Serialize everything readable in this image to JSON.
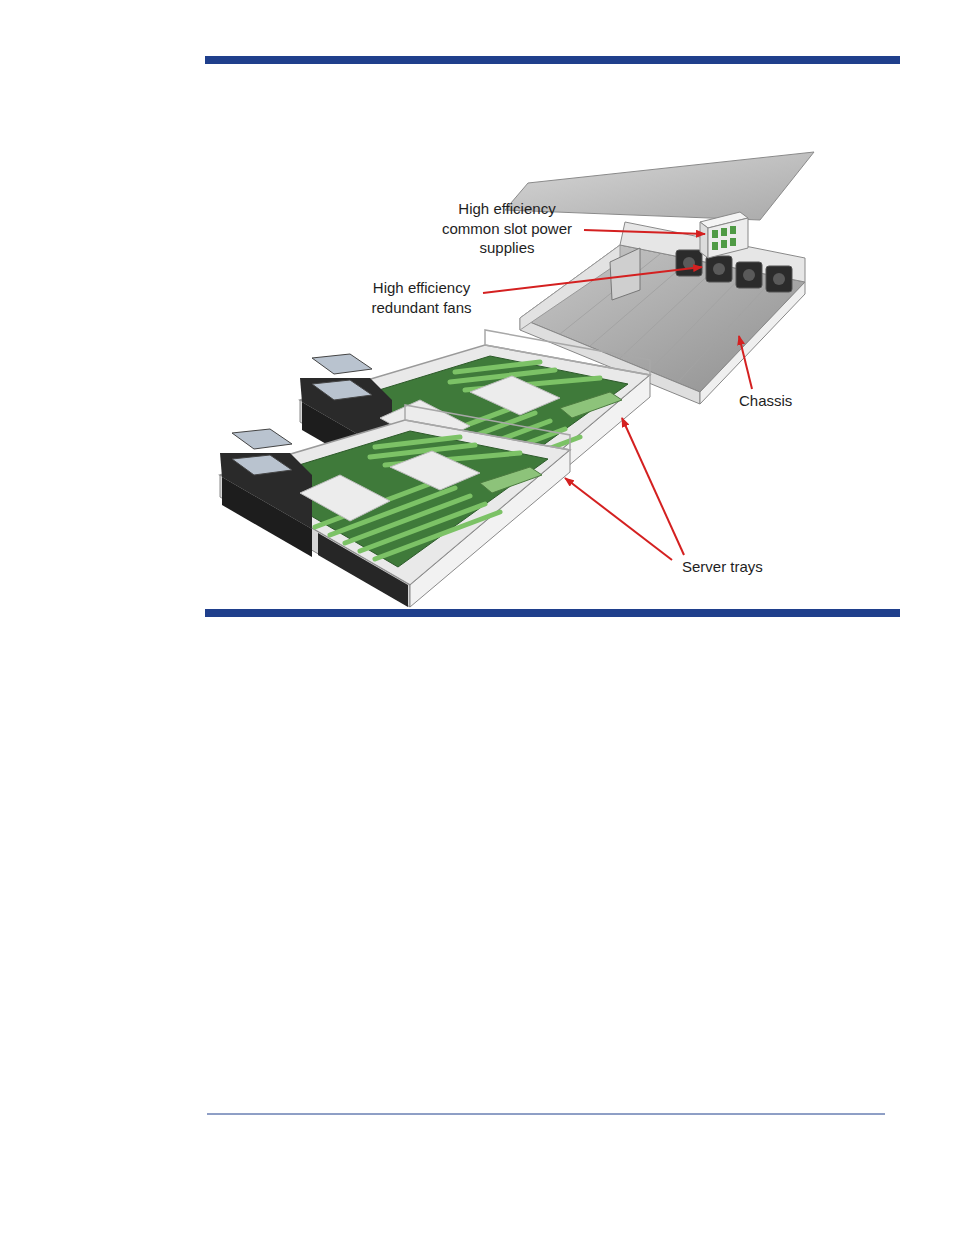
{
  "diagram": {
    "labels": [
      "High efficiency common slot power supplies",
      "High efficiency redundant fans",
      "Chassis",
      "Server trays"
    ]
  }
}
